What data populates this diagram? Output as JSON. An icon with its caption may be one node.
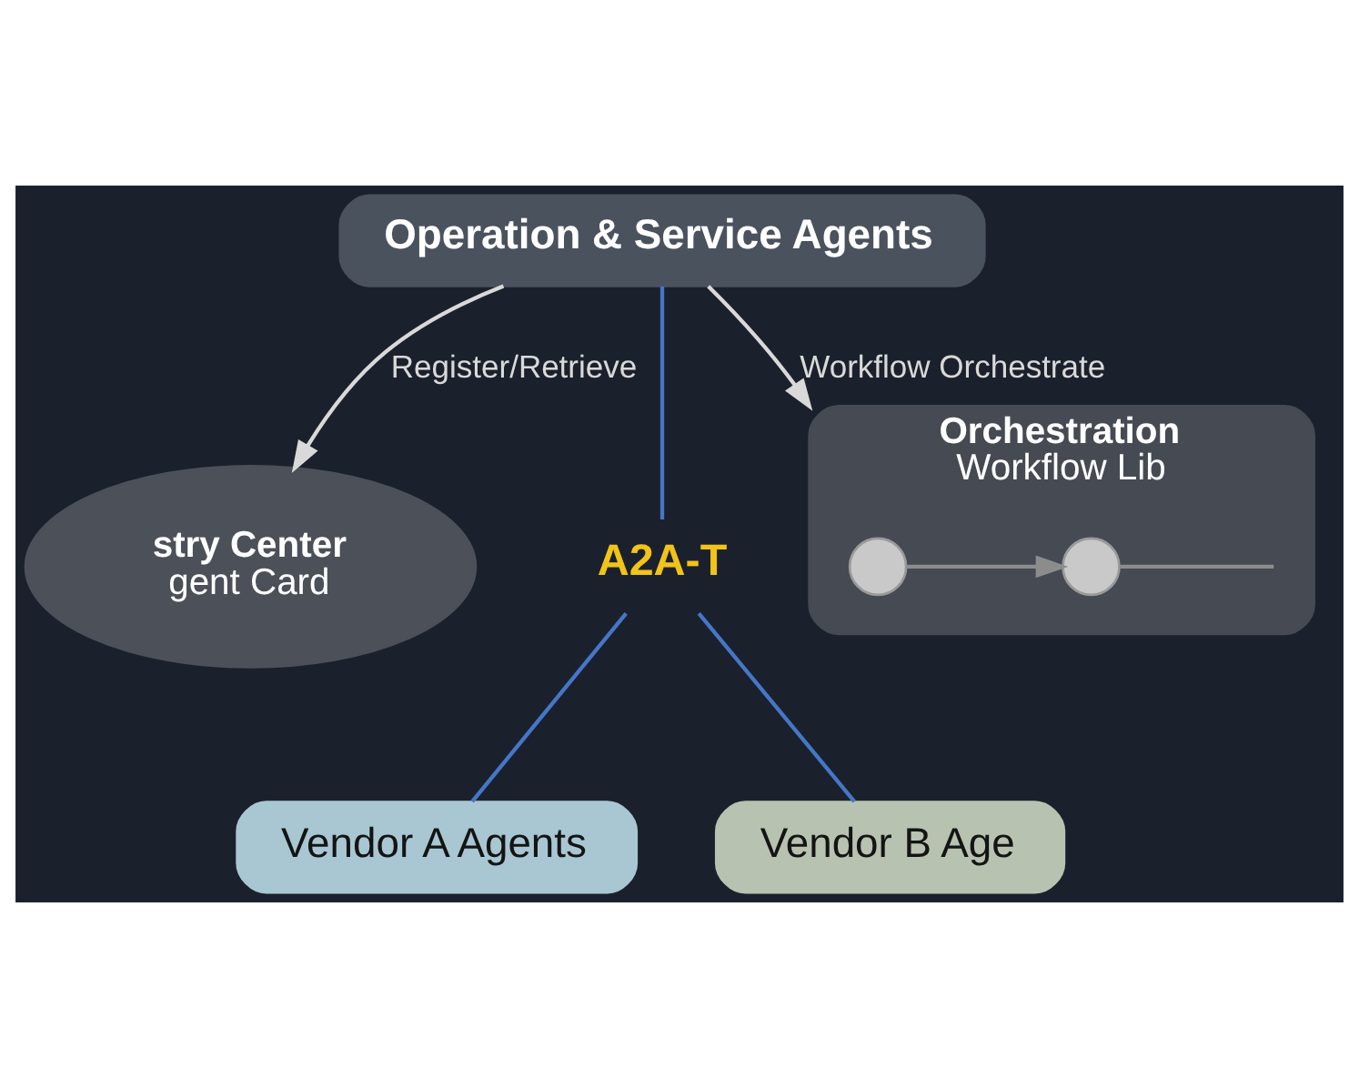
{
  "diagram": {
    "nodes": [
      {
        "text": [
          "stry Center",
          "gent Card"
        ]
      },
      {
        "text": [
          "Operation & Service Agents"
        ]
      },
      {
        "text": [
          "Orchestration",
          "Workflow Lib"
        ]
      },
      {
        "text": [],
        "shape": "circle",
        "in": 2
      },
      {
        "text": [],
        "shape": "circle",
        "in": 2
      },
      {
        "text": [
          "A2A-T"
        ]
      },
      {
        "text": [
          "Vendor A Agents"
        ]
      },
      {
        "text": [
          "Vendor B Age"
        ]
      }
    ],
    "edges": [
      {
        "from": 1,
        "to": 0,
        "arrow": "to",
        "label": "Register/Retrieve",
        "color": "#d9d9d9"
      },
      {
        "from": 1,
        "to": 5,
        "arrow": "none",
        "color": "#4576c8"
      },
      {
        "from": 1,
        "to": 2,
        "arrow": "to",
        "label": "Workflow Orchestrate",
        "color": "#d9d9d9"
      },
      {
        "from": 3,
        "to": 4,
        "arrow": "to",
        "color": "#8c8c8c"
      },
      {
        "from": 4,
        "to": null,
        "arrow": "none",
        "color": "#8c8c8c"
      },
      {
        "from": 5,
        "to": 6,
        "arrow": "none",
        "color": "#4576c8"
      },
      {
        "from": 5,
        "to": 7,
        "arrow": "none",
        "color": "#4576c8"
      }
    ]
  }
}
